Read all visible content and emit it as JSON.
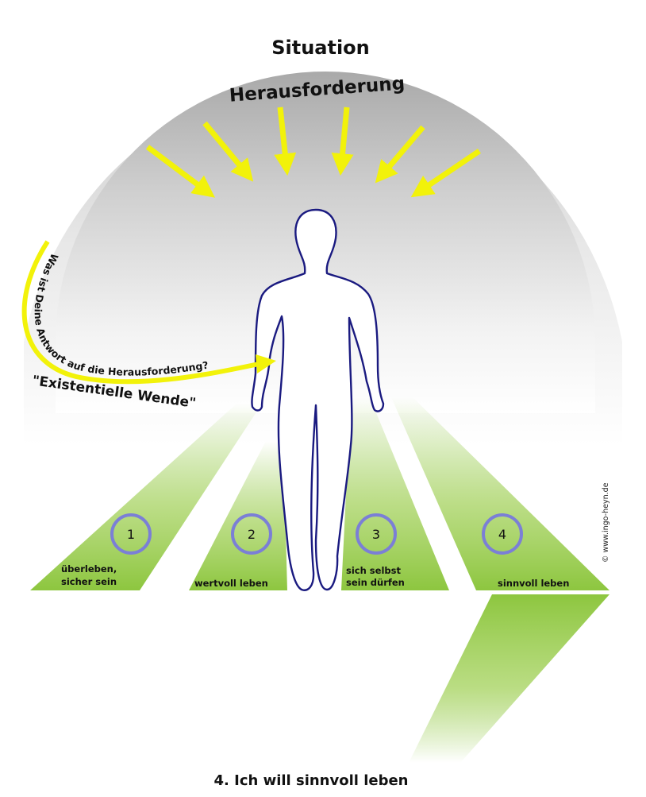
{
  "outer_label": "Situation",
  "inner_label": "Herausforderung",
  "curve_question": "Was ist Deine Antwort auf die Herausforderung?",
  "turn_label": "\"Existentielle Wende\"",
  "steps": [
    {
      "number": "1",
      "label_lines": [
        "überleben,",
        "sicher sein"
      ]
    },
    {
      "number": "2",
      "label_lines": [
        "wertvoll leben"
      ]
    },
    {
      "number": "3",
      "label_lines": [
        "sich selbst",
        "sein dürfen"
      ]
    },
    {
      "number": "4",
      "label_lines": [
        "sinnvoll leben"
      ]
    }
  ],
  "bottom_caption": "4. Ich will sinnvoll leben",
  "copyright": "© www.ingo-heyn.de",
  "colors": {
    "green": "#8dc63f",
    "arrow_yellow": "#f2f20a",
    "circle_blue": "#7b7fd6",
    "figure_outline": "#1a1a80"
  }
}
